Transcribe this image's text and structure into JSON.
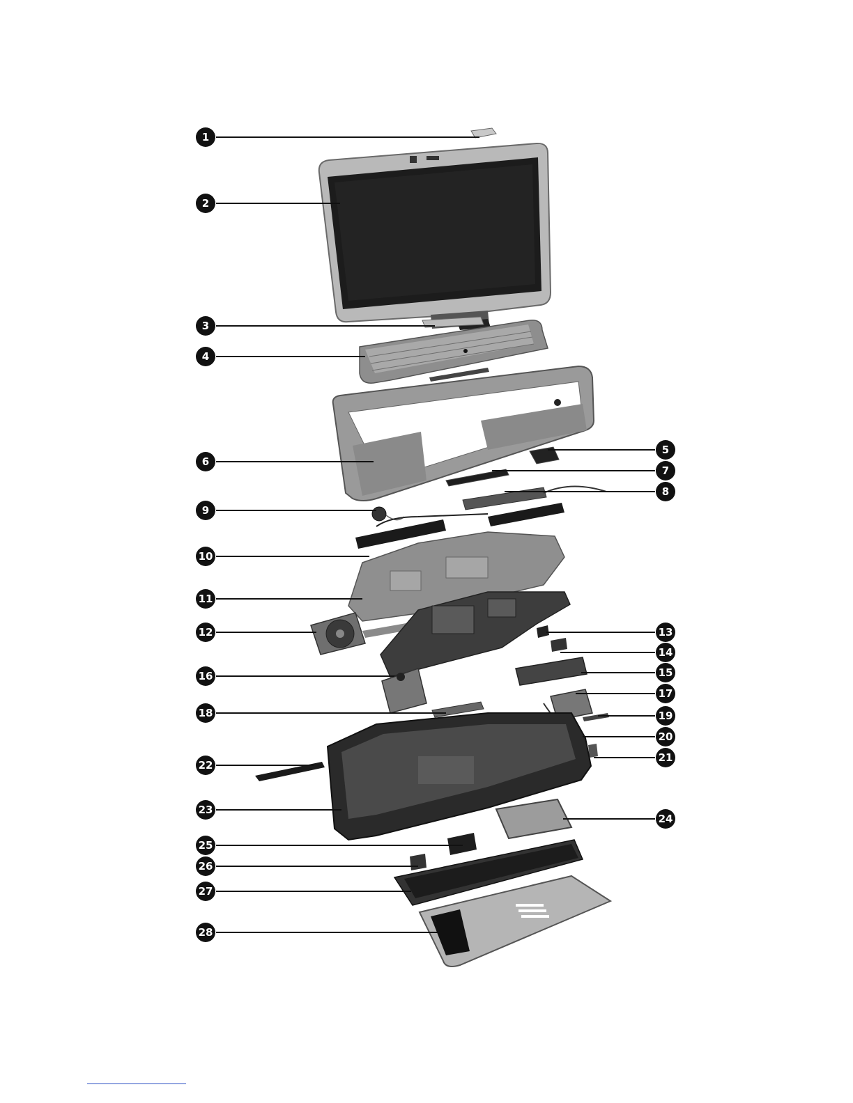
{
  "diagram": {
    "type": "exploded-view",
    "callouts": [
      "1",
      "2",
      "3",
      "4",
      "5",
      "6",
      "7",
      "8",
      "9",
      "10",
      "11",
      "12",
      "13",
      "14",
      "15",
      "16",
      "17",
      "18",
      "19",
      "20",
      "21",
      "22",
      "23",
      "24",
      "25",
      "26",
      "27",
      "28"
    ]
  },
  "colors": {
    "callout_fill": "#111111",
    "callout_text": "#ffffff",
    "leader_line": "#111111",
    "footer_rule": "#2b4fc4"
  }
}
